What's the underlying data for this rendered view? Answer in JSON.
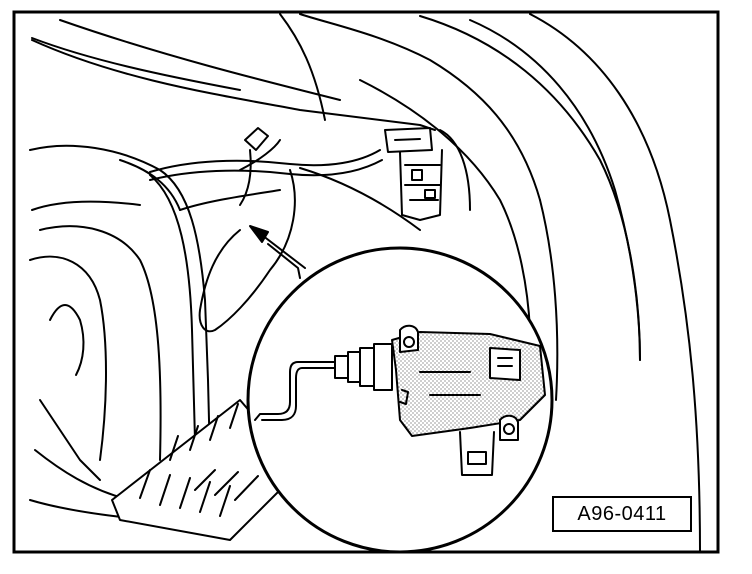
{
  "figure": {
    "reference_label": "A96-0411",
    "colors": {
      "ink": "#000000",
      "paper": "#ffffff",
      "shading": "#d9d9d9"
    },
    "parts": [
      "trunk-interior-panel",
      "wiring-harness",
      "lock-actuator-connector",
      "detail-callout-circle",
      "central-locking-actuator",
      "luggage-compartment-floor"
    ]
  }
}
